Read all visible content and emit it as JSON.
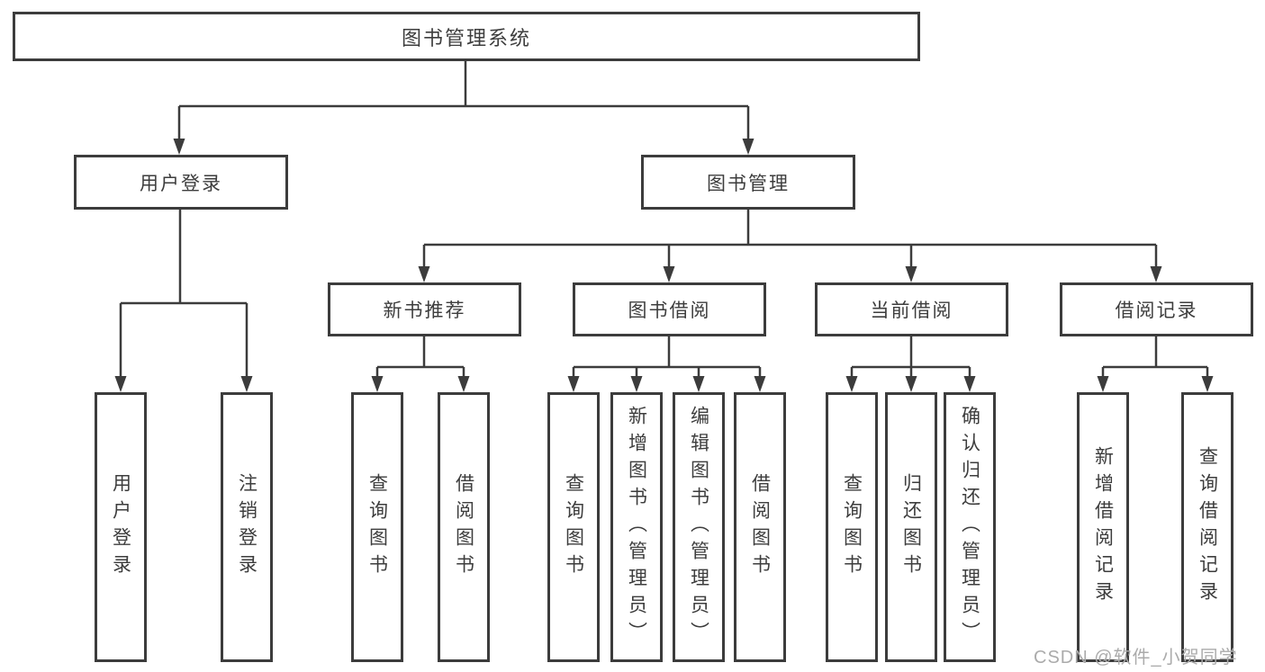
{
  "diagram_title": "图书管理系统",
  "tree": {
    "label": "图书管理系统",
    "children": [
      {
        "label": "用户登录",
        "children": [
          {
            "label": "用户登录"
          },
          {
            "label": "注销登录"
          }
        ]
      },
      {
        "label": "图书管理",
        "children": [
          {
            "label": "新书推荐",
            "children": [
              {
                "label": "查询图书"
              },
              {
                "label": "借阅图书"
              }
            ]
          },
          {
            "label": "图书借阅",
            "children": [
              {
                "label": "查询图书"
              },
              {
                "label": "新增图书（管理员）"
              },
              {
                "label": "编辑图书（管理员）"
              },
              {
                "label": "借阅图书"
              }
            ]
          },
          {
            "label": "当前借阅",
            "children": [
              {
                "label": "查询图书"
              },
              {
                "label": "归还图书"
              },
              {
                "label": "确认归还（管理员）"
              }
            ]
          },
          {
            "label": "借阅记录",
            "children": [
              {
                "label": "新增借阅记录"
              },
              {
                "label": "查询借阅记录"
              }
            ]
          }
        ]
      }
    ]
  },
  "watermark": "CSDN @软件_小贺同学",
  "colors": {
    "line": "#3c3c3c",
    "text": "#3d3d3d",
    "watermark": "#ababab",
    "background": "#ffffff"
  }
}
